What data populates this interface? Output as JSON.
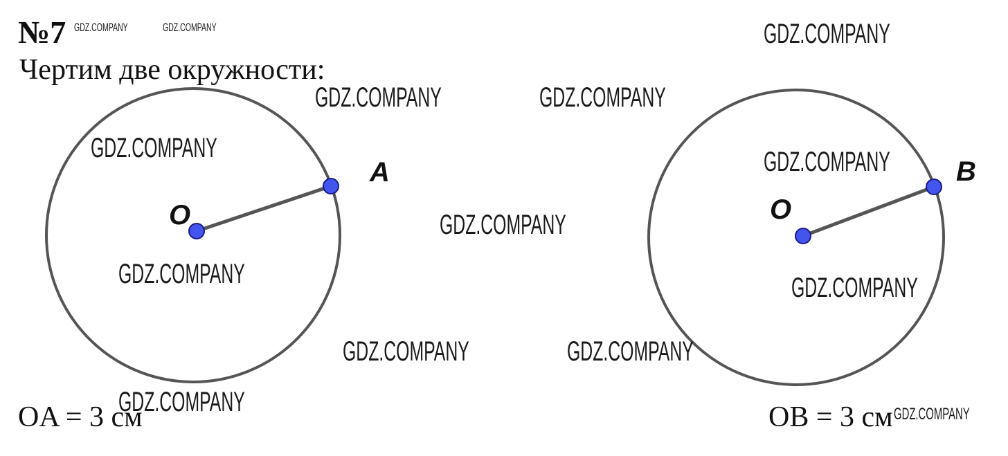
{
  "header": {
    "problem_number": "№7",
    "instruction": "Чертим две окружности:"
  },
  "left_figure": {
    "center_label": "O",
    "point_label": "A",
    "equation": "OA = 3 см"
  },
  "right_figure": {
    "center_label": "O",
    "point_label": "B",
    "equation": "OB = 3 см"
  },
  "watermark": "GDZ.COMPANY",
  "colors": {
    "circle_stroke": "#555555",
    "point_fill": "#4455ee",
    "point_stroke": "#1a1a8a",
    "text": "#111111"
  }
}
